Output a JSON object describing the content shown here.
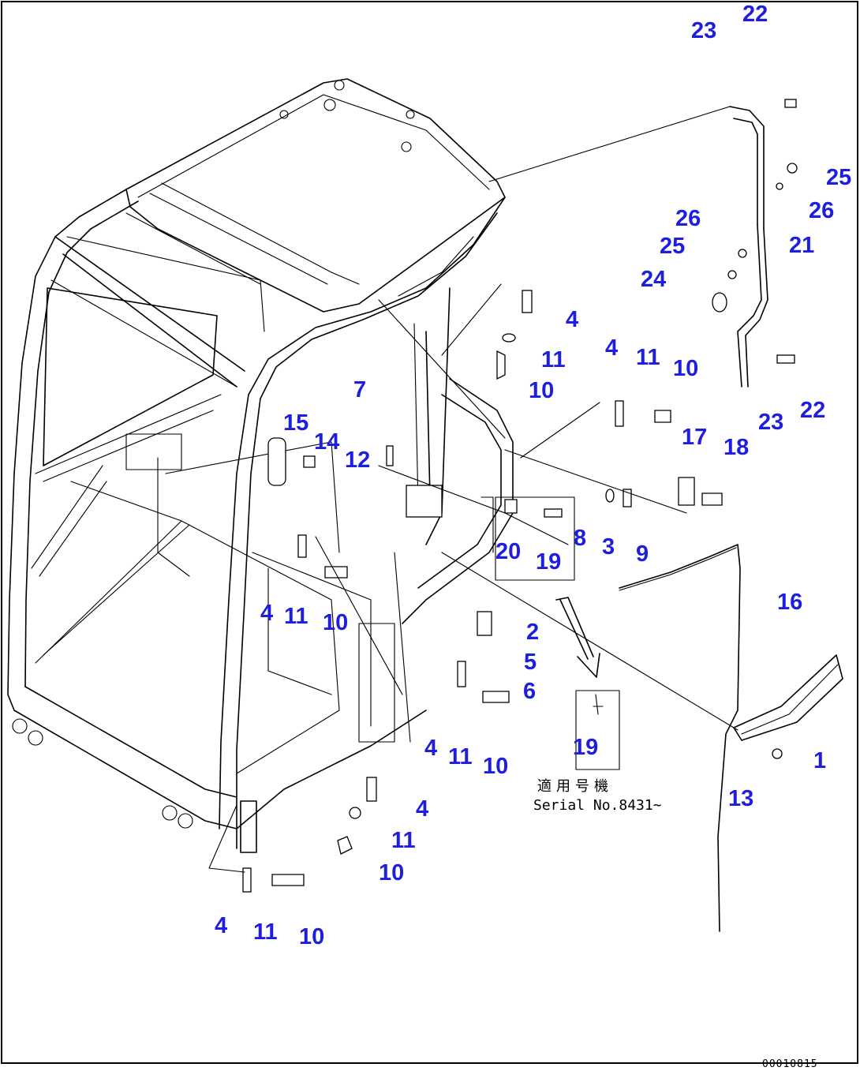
{
  "callouts": [
    {
      "n": "22"
    },
    {
      "n": "23"
    },
    {
      "n": "25"
    },
    {
      "n": "26"
    },
    {
      "n": "26"
    },
    {
      "n": "21"
    },
    {
      "n": "25"
    },
    {
      "n": "24"
    },
    {
      "n": "4"
    },
    {
      "n": "11"
    },
    {
      "n": "10"
    },
    {
      "n": "4"
    },
    {
      "n": "11"
    },
    {
      "n": "10"
    },
    {
      "n": "23"
    },
    {
      "n": "22"
    },
    {
      "n": "7"
    },
    {
      "n": "15"
    },
    {
      "n": "14"
    },
    {
      "n": "12"
    },
    {
      "n": "17"
    },
    {
      "n": "18"
    },
    {
      "n": "8"
    },
    {
      "n": "3"
    },
    {
      "n": "9"
    },
    {
      "n": "20"
    },
    {
      "n": "19"
    },
    {
      "n": "16"
    },
    {
      "n": "4"
    },
    {
      "n": "11"
    },
    {
      "n": "10"
    },
    {
      "n": "2"
    },
    {
      "n": "5"
    },
    {
      "n": "6"
    },
    {
      "n": "4"
    },
    {
      "n": "11"
    },
    {
      "n": "10"
    },
    {
      "n": "19"
    },
    {
      "n": "1"
    },
    {
      "n": "13"
    },
    {
      "n": "4"
    },
    {
      "n": "11"
    },
    {
      "n": "10"
    },
    {
      "n": "4"
    },
    {
      "n": "11"
    },
    {
      "n": "10"
    }
  ],
  "serial_note": {
    "line1": "適用号機",
    "line2": "Serial No.8431~"
  },
  "drawing_code": "00010815"
}
